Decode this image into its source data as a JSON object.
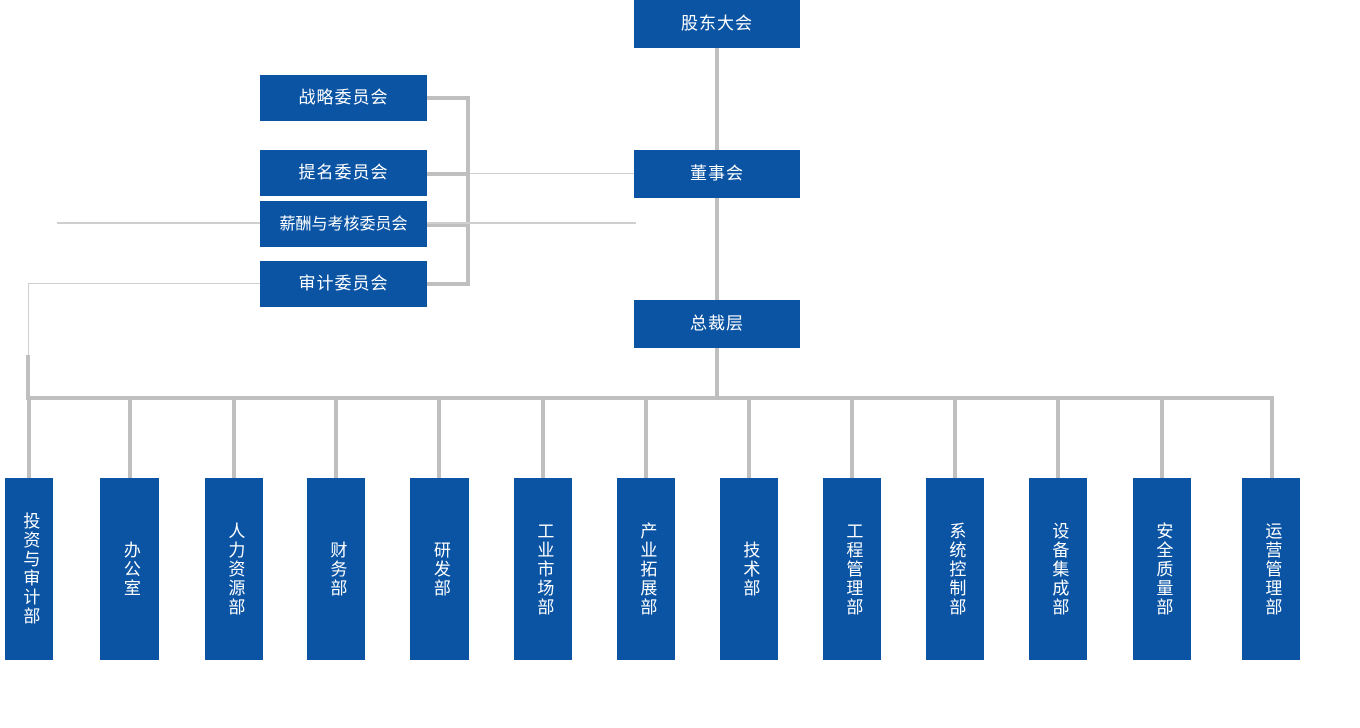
{
  "chart": {
    "title": "",
    "type": "org-chart",
    "accent_color": "#0b54a4",
    "connector_color": "#bfbfbf",
    "text_color": "#ffffff",
    "background": "#ffffff"
  },
  "nodes": {
    "shareholders_meeting": {
      "label": "股东大会"
    },
    "board_of_directors": {
      "label": "董事会"
    },
    "president_level": {
      "label": "总裁层"
    }
  },
  "committees": [
    {
      "label": "战略委员会"
    },
    {
      "label": "提名委员会"
    },
    {
      "label": "薪酬与考核委员会"
    },
    {
      "label": "审计委员会"
    }
  ],
  "departments": [
    {
      "label": "投资与审计部"
    },
    {
      "label": "办公室"
    },
    {
      "label": "人力资源部"
    },
    {
      "label": "财务部"
    },
    {
      "label": "研发部"
    },
    {
      "label": "工业市场部"
    },
    {
      "label": "产业拓展部"
    },
    {
      "label": "技术部"
    },
    {
      "label": "工程管理部"
    },
    {
      "label": "系统控制部"
    },
    {
      "label": "设备集成部"
    },
    {
      "label": "安全质量部"
    },
    {
      "label": "运营管理部"
    }
  ]
}
